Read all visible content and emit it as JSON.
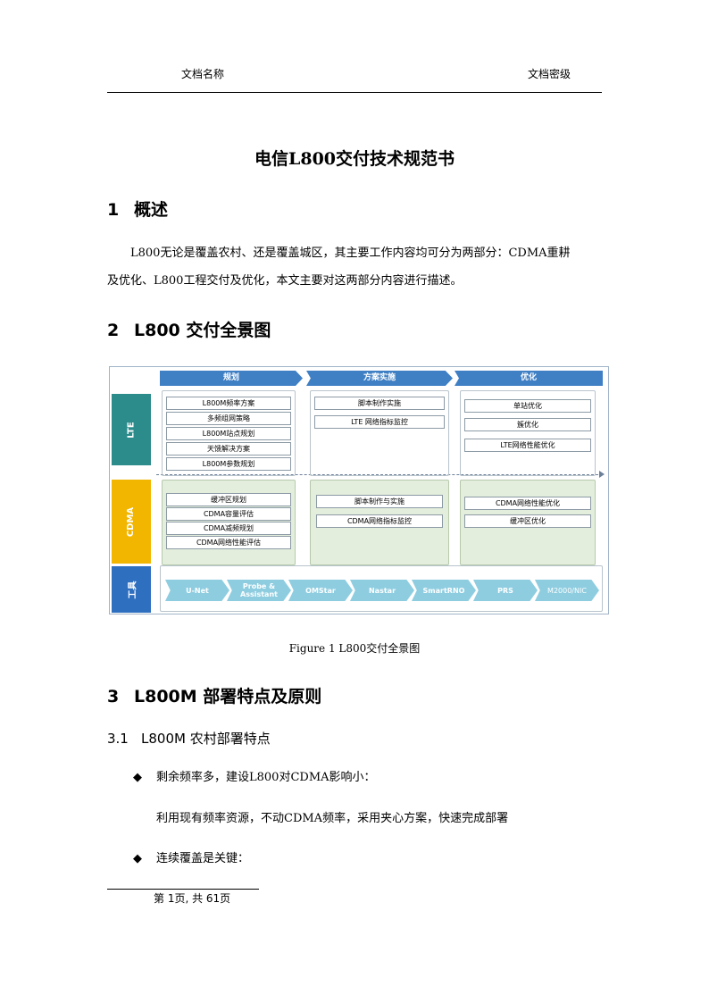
{
  "header": {
    "left": "文档名称",
    "right": "文档密级"
  },
  "title": "电信L800交付技术规范书",
  "sections": [
    {
      "num": "1",
      "title": "概述"
    },
    {
      "num": "2",
      "title": "L800 交付全景图"
    },
    {
      "num": "3",
      "title": "L800M 部署特点及原则"
    }
  ],
  "overview": {
    "line1": "L800无论是覆盖农村、还是覆盖城区，其主要工作内容均可分为两部分：CDMA重耕",
    "line2": "及优化、L800工程交付及优化，本文主要对这两部分内容进行描述。"
  },
  "figure": {
    "phases": [
      "规划",
      "方案实施",
      "优化"
    ],
    "rows": [
      "LTE",
      "CDMA",
      "工具"
    ],
    "lte_plan": [
      "L800M频率方案",
      "多频组网策略",
      "L800M站点规划",
      "天馈解决方案",
      "L800M参数规划"
    ],
    "lte_impl": [
      "脚本制作实施",
      "LTE 网络指标监控"
    ],
    "lte_opt": [
      "单站优化",
      "簇优化",
      "LTE网络性能优化"
    ],
    "cdma_plan": [
      "缓冲区规划",
      "CDMA容量评估",
      "CDMA减频规划",
      "CDMA网络性能评估"
    ],
    "cdma_impl": [
      "脚本制作与实施",
      "CDMA网络指标监控"
    ],
    "cdma_opt": [
      "CDMA网络性能优化",
      "缓冲区优化"
    ],
    "tools": [
      "U-Net",
      "Probe & Assistant",
      "OMStar",
      "Nastar",
      "SmartRNO",
      "PRS",
      "M2000/NIC"
    ],
    "caption": "Figure 1 L800交付全景图"
  },
  "subsection": {
    "num": "3.1",
    "title": "L800M 农村部署特点"
  },
  "bullets": [
    {
      "marker": "◆",
      "text": "剩余频率多，建设L800对CDMA影响小："
    },
    {
      "marker": "◆",
      "text": "连续覆盖是关键："
    }
  ],
  "bullet1_detail": "利用现有频率资源，不动CDMA频率，采用夹心方案，快速完成部署",
  "footer": "第 1页, 共 61页",
  "colors": {
    "phase": "#3f7fc4",
    "lte": "#2c8c8c",
    "cdma": "#f2b600",
    "tools": "#2f6fc0",
    "tool_arrow": "#8ecde0",
    "box_green": "#e3eedc"
  }
}
